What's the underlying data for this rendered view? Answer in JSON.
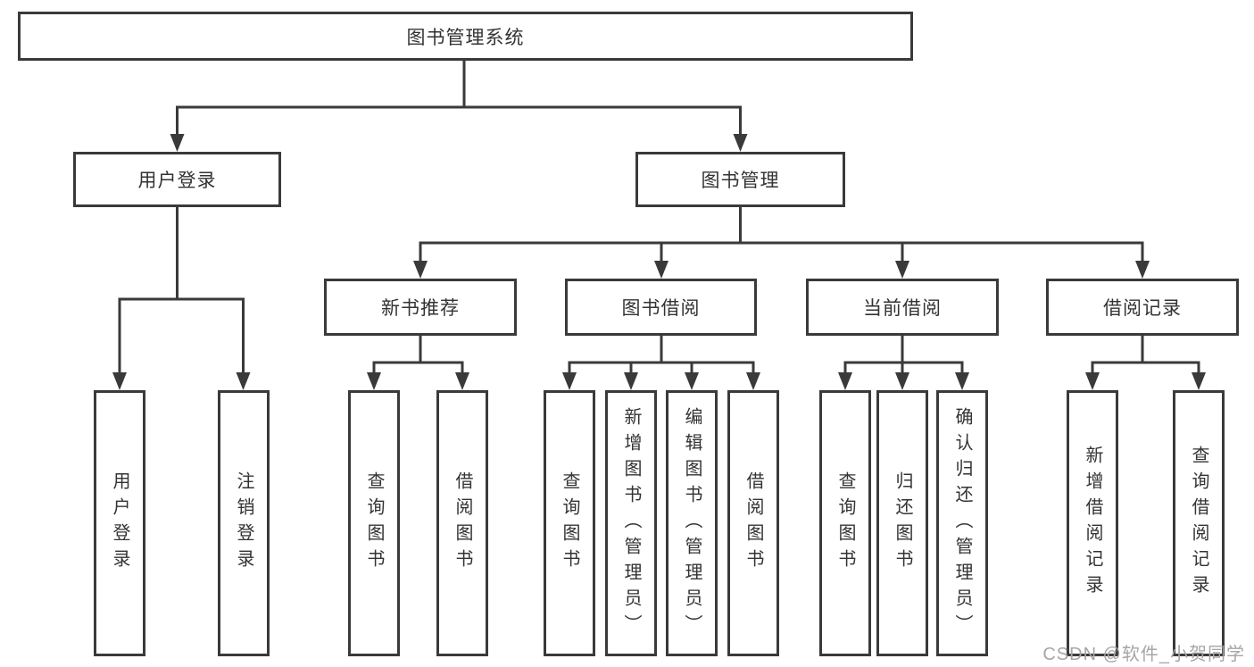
{
  "tree": {
    "label": "图书管理系统",
    "children": [
      {
        "label": "用户登录",
        "children": [
          {
            "label": "用户登录"
          },
          {
            "label": "注销登录"
          }
        ]
      },
      {
        "label": "图书管理",
        "children": [
          {
            "label": "新书推荐",
            "children": [
              {
                "label": "查询图书"
              },
              {
                "label": "借阅图书"
              }
            ]
          },
          {
            "label": "图书借阅",
            "children": [
              {
                "label": "查询图书"
              },
              {
                "label": "新增图书（管理员）"
              },
              {
                "label": "编辑图书（管理员）"
              },
              {
                "label": "借阅图书"
              }
            ]
          },
          {
            "label": "当前借阅",
            "children": [
              {
                "label": "查询图书"
              },
              {
                "label": "归还图书"
              },
              {
                "label": "确认归还（管理员）"
              }
            ]
          },
          {
            "label": "借阅记录",
            "children": [
              {
                "label": "新增借阅记录"
              },
              {
                "label": "查询借阅记录"
              }
            ]
          }
        ]
      }
    ]
  },
  "watermark": {
    "text": "CSDN @软件_小贺同学"
  },
  "colors": {
    "line": "#3a3a3a",
    "text": "#333333",
    "background": "#ffffff",
    "watermark": "#a6a6a6"
  }
}
